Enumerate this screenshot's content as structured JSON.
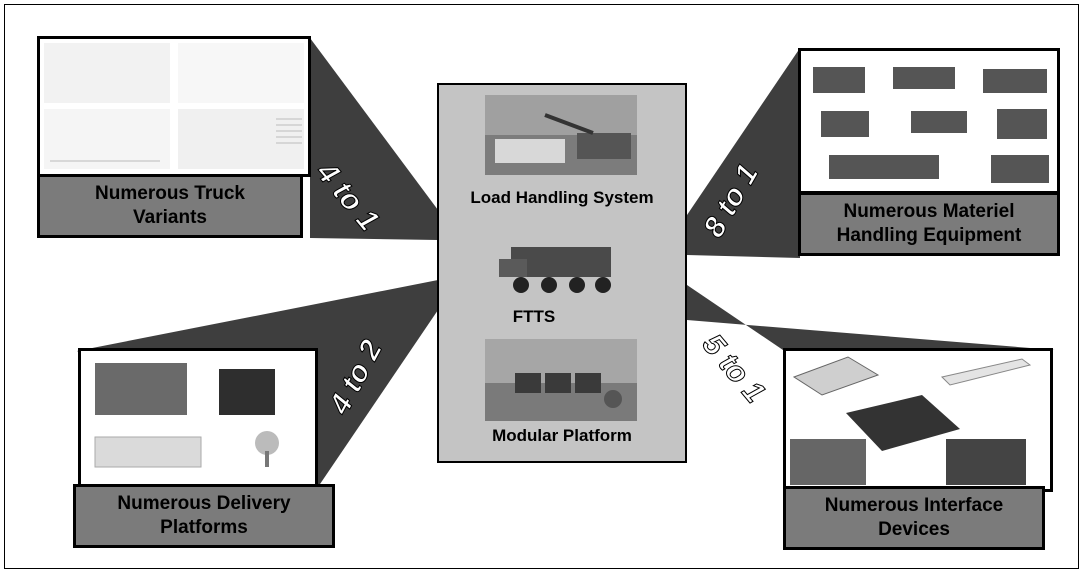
{
  "center": {
    "lhs_label": "Load Handling System",
    "ftts_label": "FTTS",
    "platform_label": "Modular Platform"
  },
  "groups": {
    "truck": {
      "line1": "Numerous Truck",
      "line2": "Variants",
      "ratio": "4 to 1"
    },
    "mhe": {
      "line1": "Numerous Materiel",
      "line2": "Handling Equipment",
      "ratio": "8 to 1"
    },
    "delivery": {
      "line1": "Numerous Delivery",
      "line2": "Platforms",
      "ratio": "4 to 2"
    },
    "interface": {
      "line1": "Numerous Interface",
      "line2": "Devices",
      "ratio": "5 to 1"
    }
  },
  "colors": {
    "beam": "#3e3e3e",
    "label_bg": "#7b7b7b",
    "center_bg": "#c4c4c4"
  }
}
